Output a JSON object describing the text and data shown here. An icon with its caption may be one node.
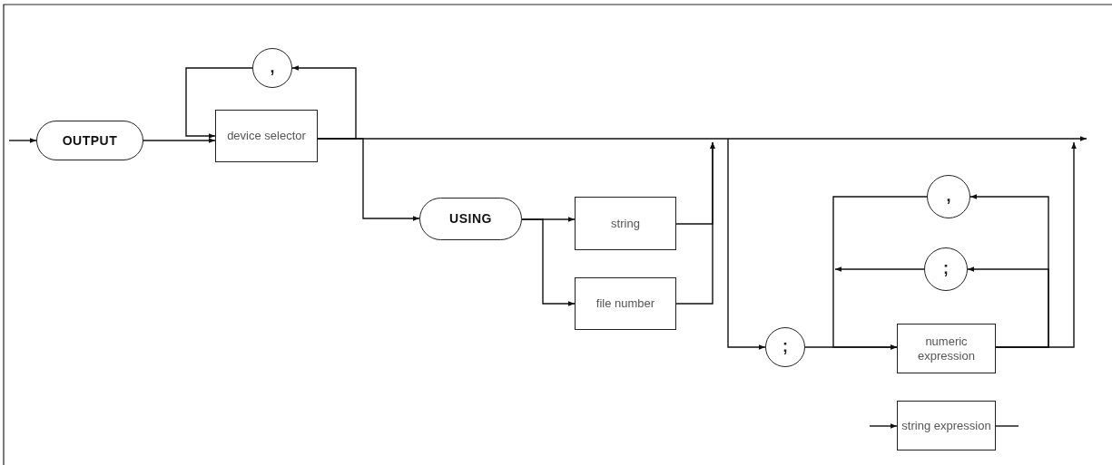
{
  "diagram": {
    "nodes": [
      {
        "text": [
          "OUTPUT"
        ]
      },
      {
        "text": [
          ","
        ]
      },
      {
        "text": [
          "device selector"
        ]
      },
      {
        "text": [
          "USING"
        ]
      },
      {
        "text": [
          "string"
        ]
      },
      {
        "text": [
          "file number"
        ]
      },
      {
        "text": [
          ";"
        ]
      },
      {
        "text": [
          ","
        ]
      },
      {
        "text": [
          ";"
        ]
      },
      {
        "text": [
          "numeric expression"
        ]
      },
      {
        "text": [
          "string expression"
        ]
      }
    ],
    "edges": [
      {
        "from": null,
        "to": 0,
        "arrow": "to"
      },
      {
        "from": 0,
        "to": 2,
        "arrow": "to"
      },
      {
        "from": 2,
        "to": 1,
        "arrow": "to"
      },
      {
        "from": 1,
        "to": 2,
        "arrow": "to"
      },
      {
        "from": 2,
        "to": null,
        "arrow": "to"
      },
      {
        "from": 2,
        "to": 3,
        "arrow": "to"
      },
      {
        "from": 3,
        "to": 4,
        "arrow": "to"
      },
      {
        "from": 3,
        "to": 5,
        "arrow": "to"
      },
      {
        "from": 4,
        "to": null,
        "arrow": "to"
      },
      {
        "from": 5,
        "to": null,
        "arrow": "to"
      },
      {
        "from": null,
        "to": 6,
        "arrow": "to"
      },
      {
        "from": 6,
        "to": 9,
        "arrow": "to"
      },
      {
        "from": 9,
        "to": 7,
        "arrow": "to"
      },
      {
        "from": 9,
        "to": 8,
        "arrow": "to"
      },
      {
        "from": 7,
        "to": 9,
        "arrow": "to"
      },
      {
        "from": 8,
        "to": null,
        "arrow": "to"
      },
      {
        "from": 9,
        "to": null,
        "arrow": "to"
      },
      {
        "from": null,
        "to": 10,
        "arrow": "to"
      },
      {
        "from": 10,
        "to": null,
        "arrow": "none"
      }
    ]
  }
}
